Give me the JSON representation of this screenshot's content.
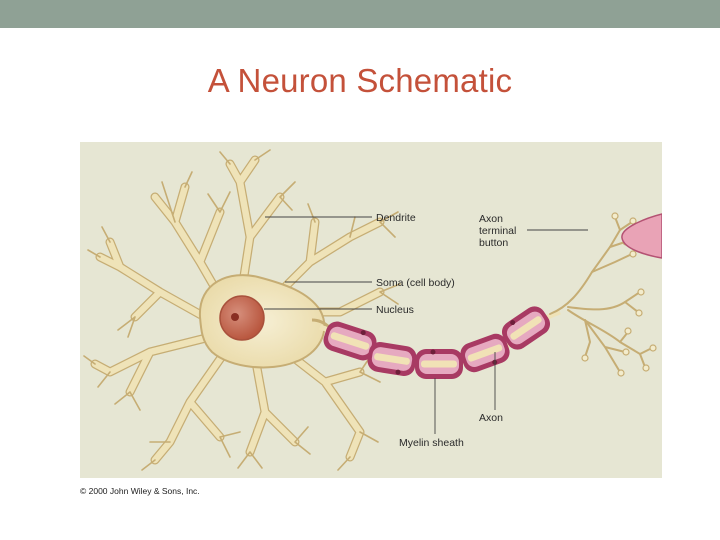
{
  "slide": {
    "title": "A Neuron Schematic",
    "copyright": "© 2000 John Wiley & Sons, Inc."
  },
  "figure": {
    "labels": {
      "dendrite": "Dendrite",
      "soma": "Soma (cell body)",
      "nucleus": "Nucleus",
      "terminal_line1": "Axon",
      "terminal_line2": "terminal",
      "terminal_line3": "button",
      "axon": "Axon",
      "myelin": "Myelin sheath"
    },
    "colors": {
      "top_bar": "#8fa195",
      "title": "#c4513a",
      "panel": "#e6e6d3",
      "cell_fill": "#efe3b8",
      "cell_outline": "#c6ad74",
      "nucleus": "#c97562",
      "myelin_outer": "#a83a63",
      "myelin_inner": "#e6a9c0"
    }
  }
}
